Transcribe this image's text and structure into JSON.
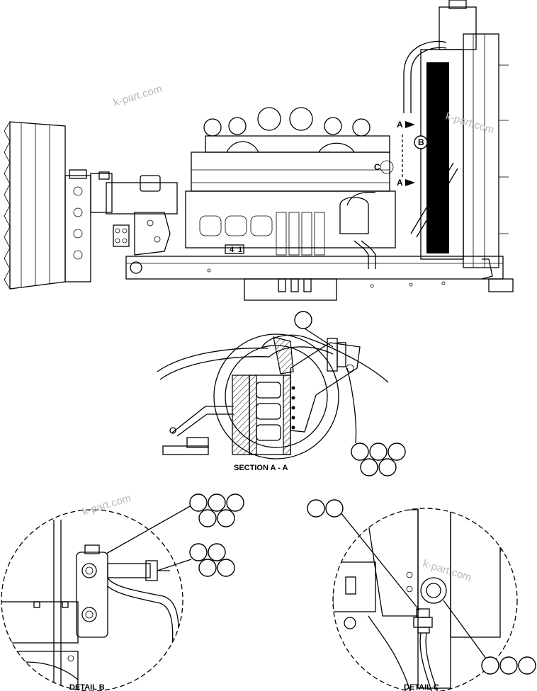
{
  "watermark": "k-part.com",
  "section_label": "SECTION A - A",
  "detail_b_label": "DETAIL B",
  "detail_c_label": "DETAIL C",
  "callouts": {
    "a_top": "A",
    "a_bottom": "A",
    "b": "B",
    "c": "C"
  },
  "number_plates": [
    "4",
    "1"
  ]
}
